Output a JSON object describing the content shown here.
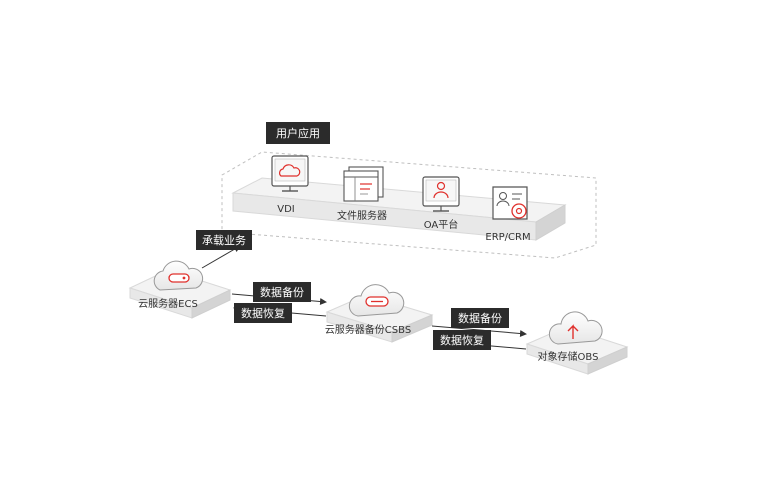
{
  "user_apps": {
    "title": "用户应用",
    "apps": [
      {
        "label": "VDI",
        "icon": "vdi-monitor-cloud-icon"
      },
      {
        "label": "文件服务器",
        "icon": "file-server-window-icon"
      },
      {
        "label": "OA平台",
        "icon": "oa-monitor-user-icon"
      },
      {
        "label": "ERP/CRM",
        "icon": "erp-crm-card-gear-icon"
      }
    ]
  },
  "nodes": {
    "ecs": {
      "label": "云服务器ECS",
      "icon": "cloud-server-icon"
    },
    "csbs": {
      "label": "云服务器备份CSBS",
      "icon": "cloud-backup-icon"
    },
    "obs": {
      "label": "对象存储OBS",
      "icon": "cloud-upload-icon"
    }
  },
  "links": {
    "carry": "承载业务",
    "backup_1": "数据备份",
    "restore_1": "数据恢复",
    "backup_2": "数据备份",
    "restore_2": "数据恢复"
  },
  "colors": {
    "accent": "#e0302c",
    "tag_bg": "#2b2b2b",
    "platform_top": "#f1f1f1",
    "platform_side": "#d6d6d6"
  }
}
